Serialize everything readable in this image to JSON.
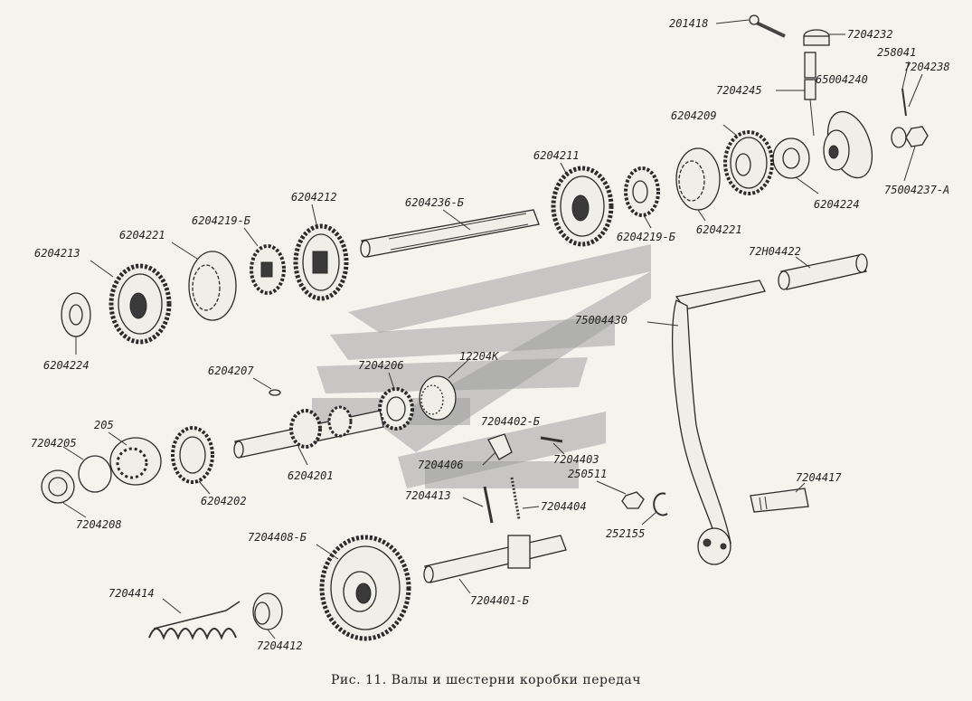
{
  "labels": {
    "l201418": "201418",
    "l7204232": "7204232",
    "l258041": "258041",
    "l7204238": "7204238",
    "l65004240": "65004240",
    "l7204245": "7204245",
    "l6204209": "6204209",
    "l6204211": "6204211",
    "l6204236b": "6204236-Б",
    "l6204212": "6204212",
    "l6204219b_left": "6204219-Б",
    "l6204221_left": "6204221",
    "l6204213": "6204213",
    "l6204224_left": "6204224",
    "l6204219b_right": "6204219-Б",
    "l6204221_right": "6204221",
    "l6204224_right": "6204224",
    "l75004237a": "75004237-А",
    "l72h04422": "72Н04422",
    "l75004430": "75004430",
    "l6204207": "6204207",
    "l7204206": "7204206",
    "l12204k": "12204К",
    "l205": "205",
    "l7204205": "7204205",
    "l6204201": "6204201",
    "l6204202": "6204202",
    "l7204208": "7204208",
    "l7204402b": "7204402-Б",
    "l7204403": "7204403",
    "l7204406": "7204406",
    "l250511": "250511",
    "l7204417": "7204417",
    "l7204413": "7204413",
    "l7204404": "7204404",
    "l252155": "252155",
    "l7204408b": "7204408-Б",
    "l7204401b": "7204401-Б",
    "l7204414": "7204414",
    "l7204412": "7204412"
  },
  "caption": "Рис. 11. Валы и шестерни коробки передач"
}
